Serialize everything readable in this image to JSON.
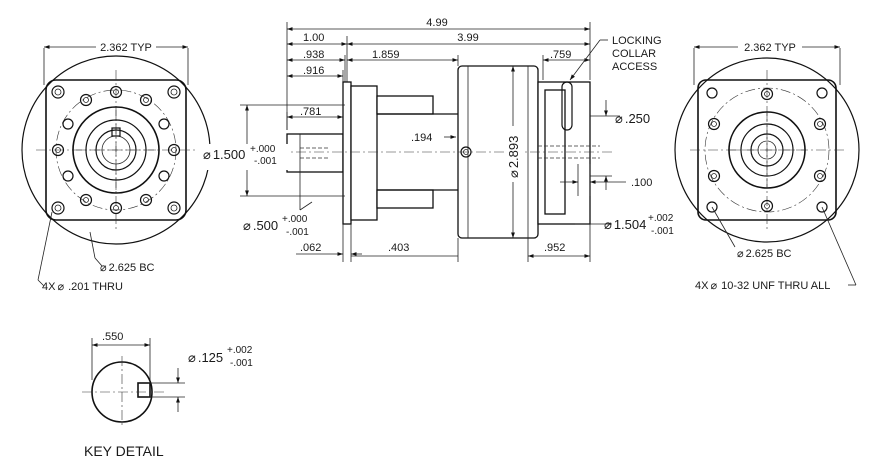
{
  "left_view": {
    "width_dim": "2.362 TYP",
    "bc_dim": "2.625 BC",
    "hole_note_prefix": "4X",
    "hole_note": ".201 THRU"
  },
  "side_view": {
    "overall_length": "4.99",
    "flange_offset": "1.00",
    "body_length": "3.99",
    "dim_938": ".938",
    "dim_916": ".916",
    "dim_1859": "1.859",
    "dim_759": ".759",
    "locking_collar_line1": "LOCKING",
    "locking_collar_line2": "COLLAR",
    "locking_collar_line3": "ACCESS",
    "dim_781": ".781",
    "shaft_dia": "1.500",
    "shaft_dia_tol_plus": "+.000",
    "shaft_dia_tol_minus": "-.001",
    "dim_194": ".194",
    "housing_dia": "2.893",
    "bore_dia": ".250",
    "dim_100": ".100",
    "pilot_dia": ".500",
    "pilot_tol_plus": "+.000",
    "pilot_tol_minus": "-.001",
    "input_pilot_dia": "1.504",
    "input_pilot_tol_plus": "+.002",
    "input_pilot_tol_minus": "-.001",
    "dim_062": ".062",
    "dim_403": ".403",
    "dim_952": ".952"
  },
  "right_view": {
    "width_dim": "2.362 TYP",
    "bc_dim": "2.625 BC",
    "hole_note_prefix": "4X",
    "hole_note": "10-32 UNF THRU ALL"
  },
  "key_detail": {
    "width_dim": ".550",
    "key_dia": ".125",
    "key_tol_plus": "+.002",
    "key_tol_minus": "-.001",
    "title": "KEY DETAIL"
  },
  "symbols": {
    "diameter": "⌀"
  }
}
